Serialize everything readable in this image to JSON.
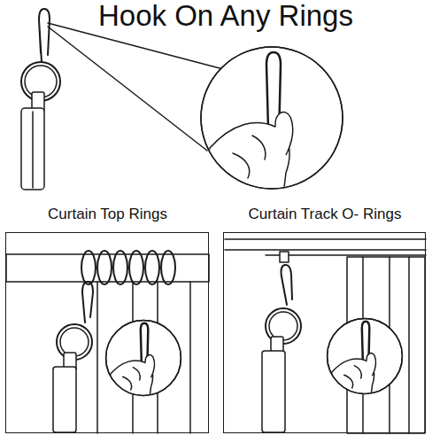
{
  "diagram": {
    "title": "Hook On Any Rings",
    "nodes": [
      {
        "text": [
          "Curtain Top Rings"
        ]
      },
      {
        "text": [
          "Curtain Track O- Rings"
        ]
      }
    ]
  }
}
